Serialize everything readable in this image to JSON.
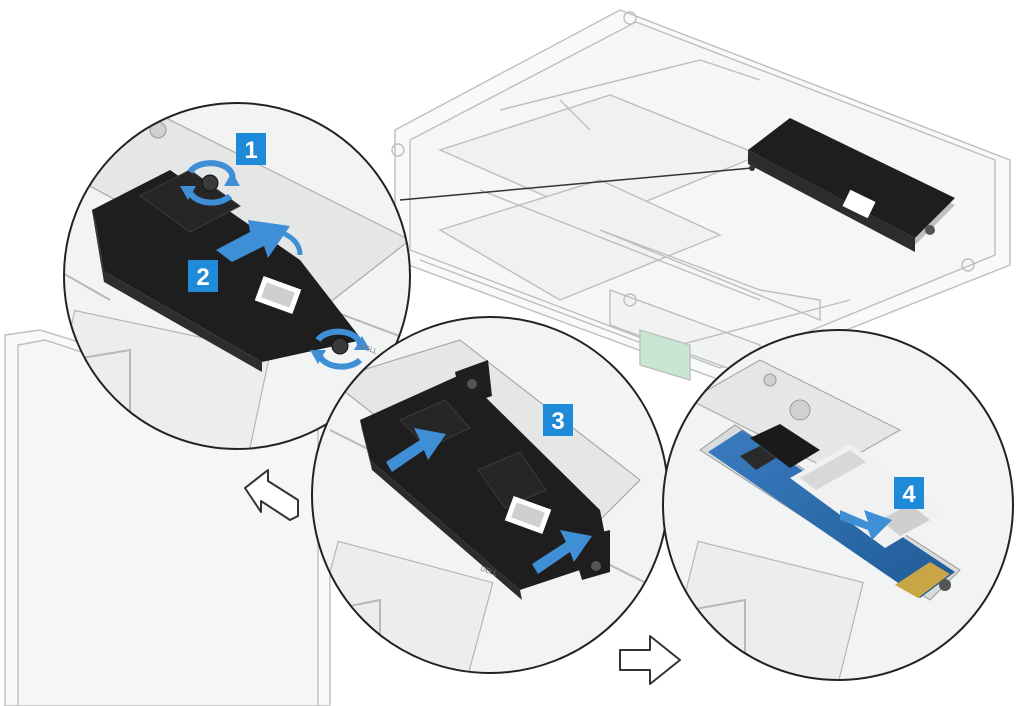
{
  "steps": [
    {
      "number": "1",
      "action": "loosen-screw"
    },
    {
      "number": "2",
      "action": "slide-bracket"
    },
    {
      "number": "3",
      "action": "lift-bracket"
    },
    {
      "number": "4",
      "action": "remove-ssd"
    }
  ],
  "pad_labels": {
    "pad1": "DELL",
    "pad2": "DELL"
  },
  "colors": {
    "step_badge": "#1f8ad8",
    "arrow": "#3f8fd6",
    "bracket": "#1e1e1e",
    "pcb": "#1f2a24",
    "ssd_pcb": "#2f6fb0",
    "chassis_line": "#8a8a8a",
    "background": "#ffffff"
  }
}
